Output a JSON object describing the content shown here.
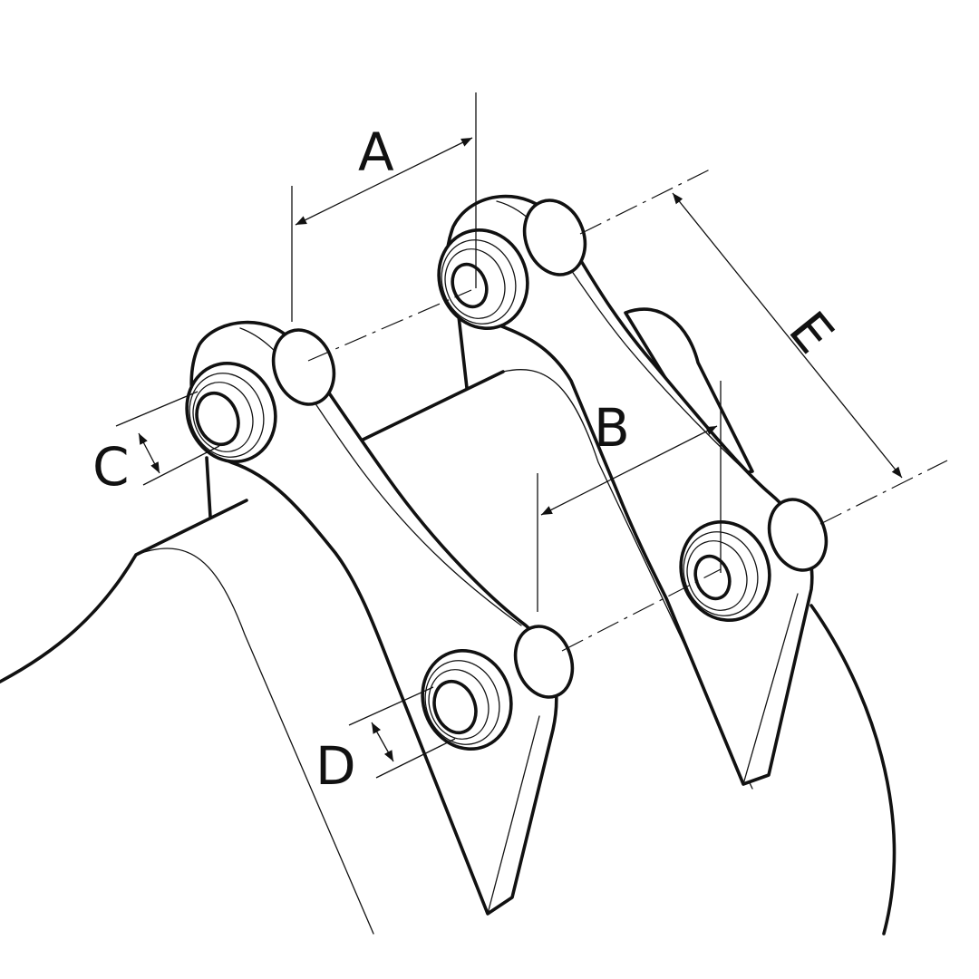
{
  "labels": {
    "a": "A",
    "b": "B",
    "c": "C",
    "d": "D",
    "e": "E"
  },
  "colors": {
    "line": "#111111",
    "background": "#ffffff"
  }
}
